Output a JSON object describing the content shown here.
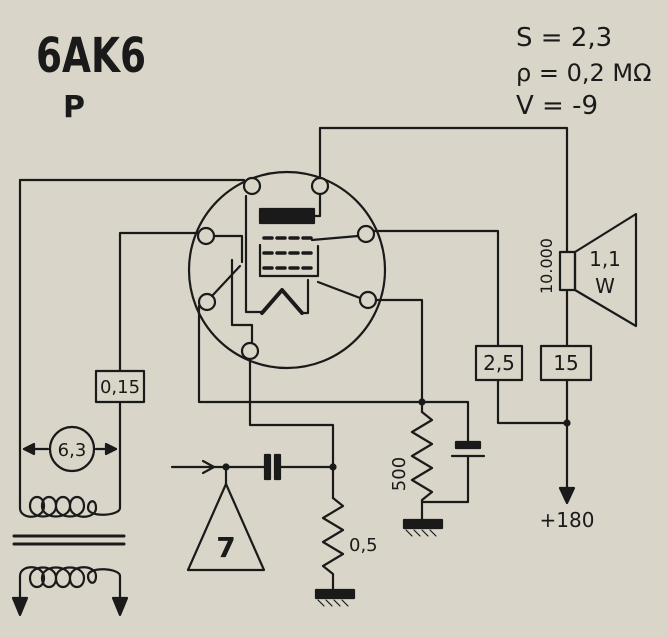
{
  "tube": {
    "name": "6AK6",
    "type": "P"
  },
  "specs": {
    "s": "S = 2,3",
    "rho": "ρ = 0,2 MΩ",
    "v": "V = -9"
  },
  "components": {
    "filament_voltage": "6,3",
    "resistor_015": "0,15",
    "resistor_25": "2,5",
    "resistor_15": "15",
    "cathode_resistor": "500",
    "grid_resistor": "0,5",
    "speaker_impedance": "10.000",
    "speaker_power": "1,1",
    "speaker_power_unit": "W",
    "input_stage": "7",
    "supply": "+180"
  },
  "colors": {
    "background": "#d9d5c8",
    "ink": "#1a1a1a"
  }
}
